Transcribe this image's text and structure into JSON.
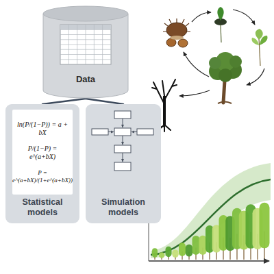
{
  "diagram": {
    "nodes": [
      {
        "text": [
          "Data"
        ]
      },
      {
        "text": [
          "Statistical models"
        ]
      },
      {
        "text": [
          "ln(P/(1−P)) = a + bX",
          "P/(1−P) = e^(a+bX)",
          "P = e^(a+bX)/(1+e^(a+bX))"
        ],
        "in": 1
      },
      {
        "text": [
          "Simulation models"
        ]
      }
    ],
    "edges": [
      {
        "from": 0,
        "to": 1,
        "arrow": "none"
      },
      {
        "from": 0,
        "to": 3,
        "arrow": "none"
      }
    ]
  }
}
